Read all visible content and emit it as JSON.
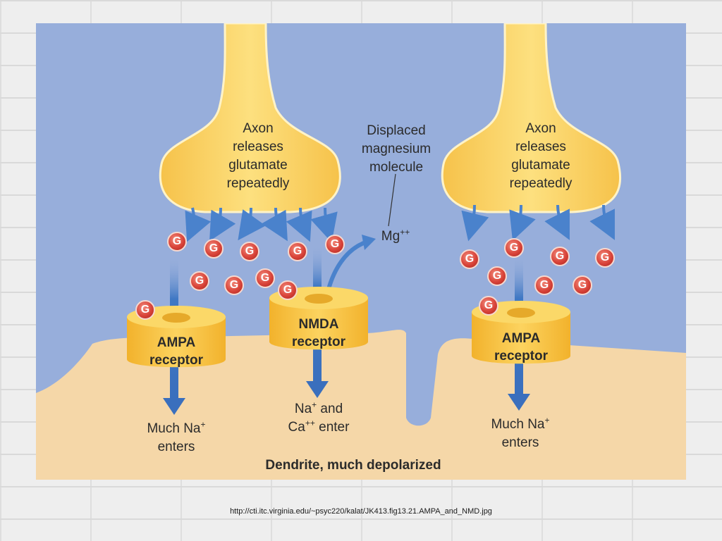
{
  "figure": {
    "left_axon_label": [
      "Axon",
      "releases",
      "glutamate",
      "repeatedly"
    ],
    "right_axon_label": [
      "Axon",
      "releases",
      "glutamate",
      "repeatedly"
    ],
    "displaced_label": [
      "Displaced",
      "magnesium",
      "molecule"
    ],
    "mg_label": "Mg",
    "mg_charge": "++",
    "glutamate_symbol": "G",
    "ampa_left": [
      "AMPA",
      "receptor"
    ],
    "nmda": [
      "NMDA",
      "receptor"
    ],
    "ampa_right": [
      "AMPA",
      "receptor"
    ],
    "left_enters": {
      "pre": "Much Na",
      "charge": "+",
      "post": "enters"
    },
    "middle_enters": {
      "na": "Na",
      "na_charge": "+",
      "and": " and",
      "ca": "Ca",
      "ca_charge": "++",
      "enter": " enter"
    },
    "right_enters": {
      "pre": "Much Na",
      "charge": "+",
      "post": "enters"
    },
    "dendrite_label": "Dendrite, much depolarized",
    "colors": {
      "background": "#97aedb",
      "axon": "#fdd56a",
      "dendrite": "#f5d7a8",
      "receptor": "#f7c33f",
      "arrow": "#3f78c4",
      "glutamate": "#d9443a"
    }
  },
  "caption": "http://cti.itc.virginia.edu/~psyc220/kalat/JK413.fig13.21.AMPA_and_NMD.jpg"
}
